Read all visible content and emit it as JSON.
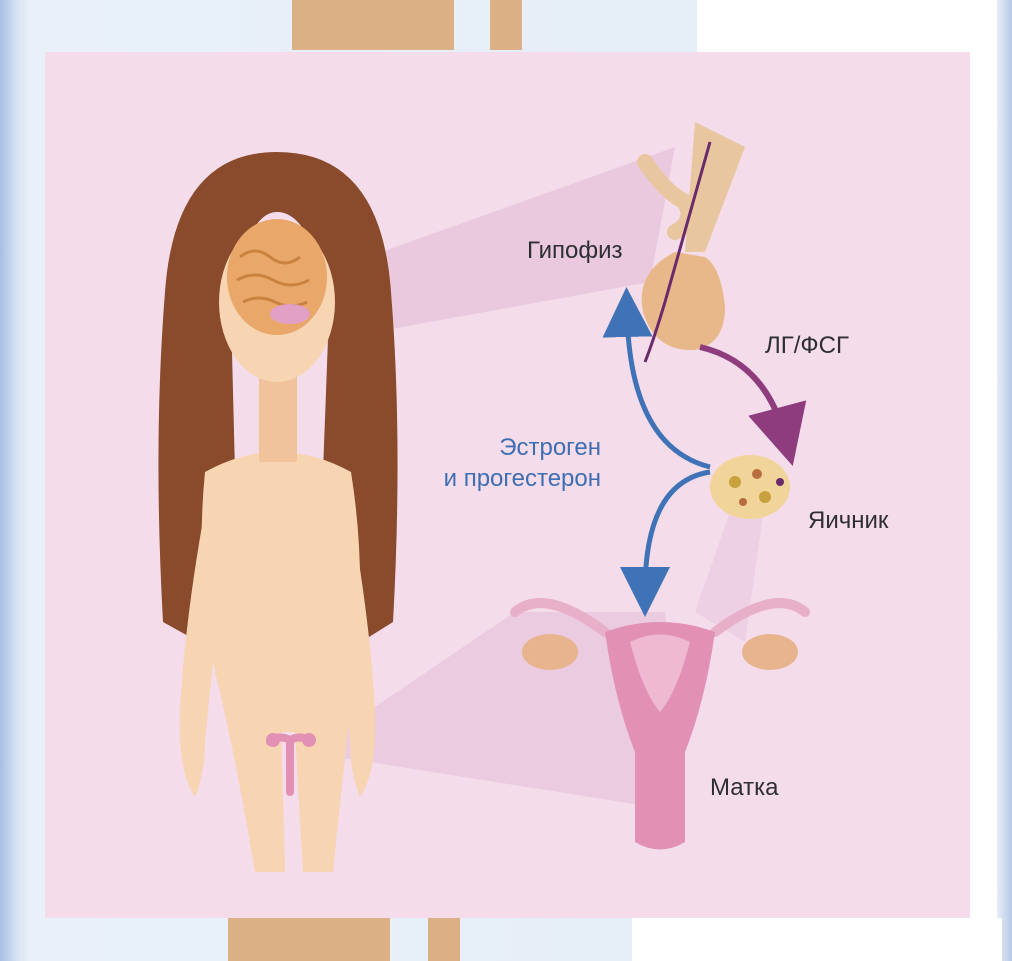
{
  "diagram": {
    "labels": {
      "pituitary": "Гипофиз",
      "hormones_lh_fsh": "ЛГ/ФСГ",
      "estrogen_line1": "Эстроген",
      "estrogen_line2": "и прогестерон",
      "ovary": "Яичник",
      "uterus": "Матка"
    },
    "colors": {
      "background": "#f4dcea",
      "skin": "#f7d4b2",
      "hair": "#8a4a2c",
      "brain": "#e9a86a",
      "uterus": "#e291b5",
      "arrow_lh_fsh": "#8e3c7e",
      "arrow_hormones": "#3f72b6",
      "slide_frame": "#b8cbe6",
      "tab": "#dbb084"
    },
    "icons": [
      "female-figure-icon",
      "brain-icon",
      "pituitary-gland-icon",
      "ovary-icon",
      "uterus-icon"
    ]
  }
}
